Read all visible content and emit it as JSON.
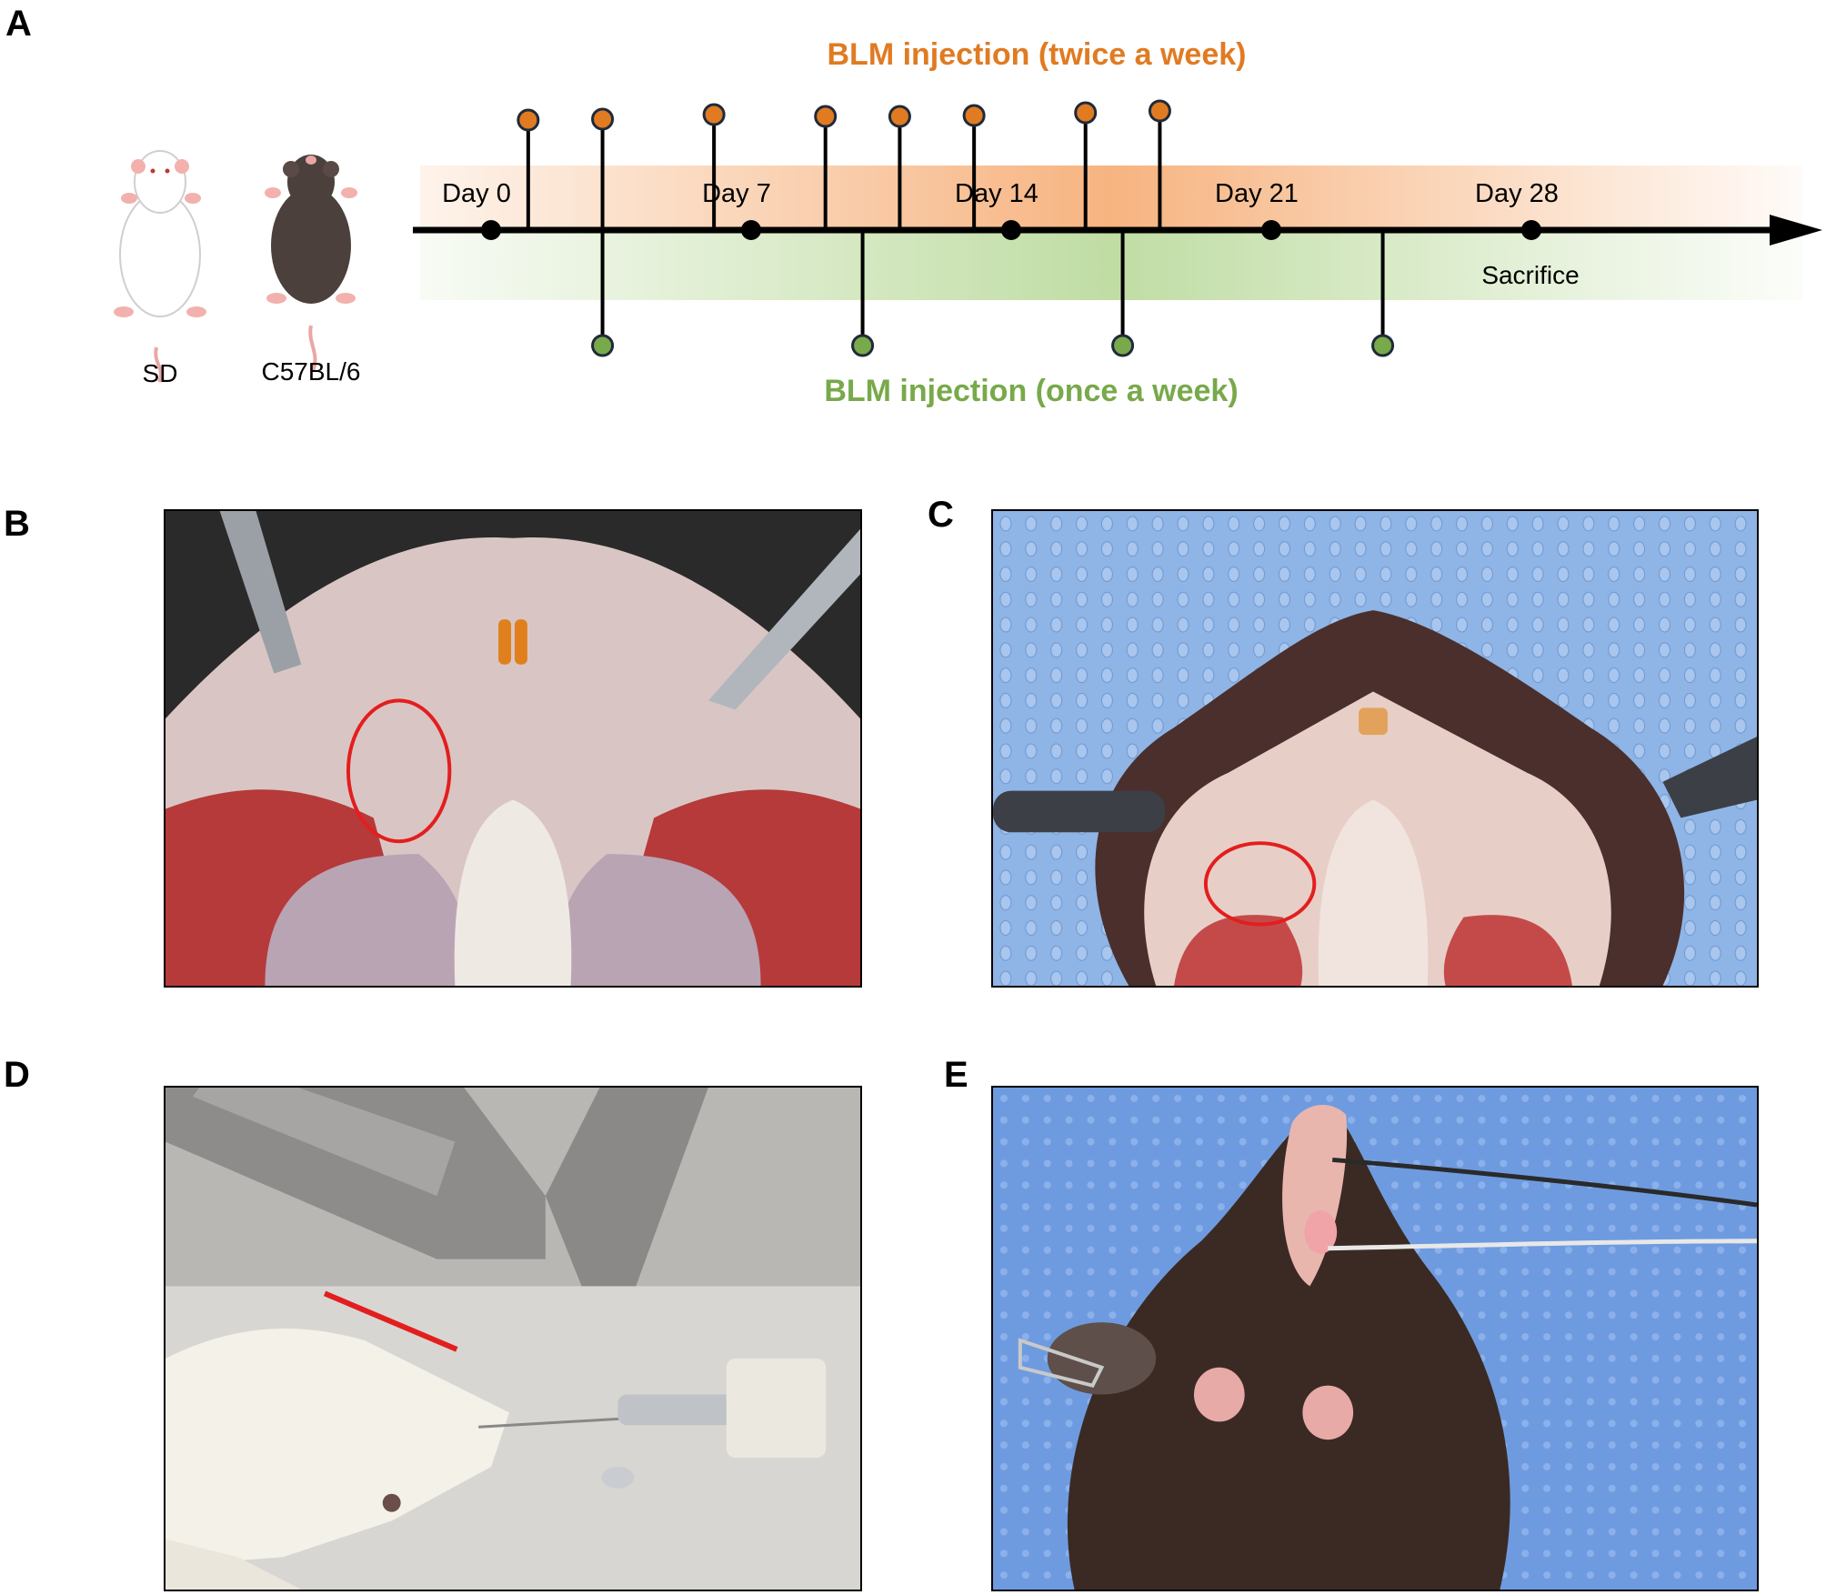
{
  "panels": {
    "a": "A",
    "b": "B",
    "c": "C",
    "d": "D",
    "e": "E"
  },
  "timeline": {
    "twice_label": "BLM injection (twice a week)",
    "once_label": "BLM injection (once a week)",
    "day_labels": [
      "Day 0",
      "Day 7",
      "Day 14",
      "Day 21",
      "Day 28"
    ],
    "sacrifice_label": "Sacrifice",
    "twice_days": [
      1,
      3,
      6,
      9,
      11,
      13,
      16,
      18
    ],
    "once_days": [
      3,
      10,
      17,
      24
    ],
    "colors": {
      "twice": "#e07b22",
      "once": "#78a94a",
      "axis": "#000000",
      "band_twice": "#f6b07a",
      "band_once": "#b9d99a"
    }
  },
  "animals": {
    "sd_label": "SD",
    "c57_label": "C57BL/6"
  }
}
